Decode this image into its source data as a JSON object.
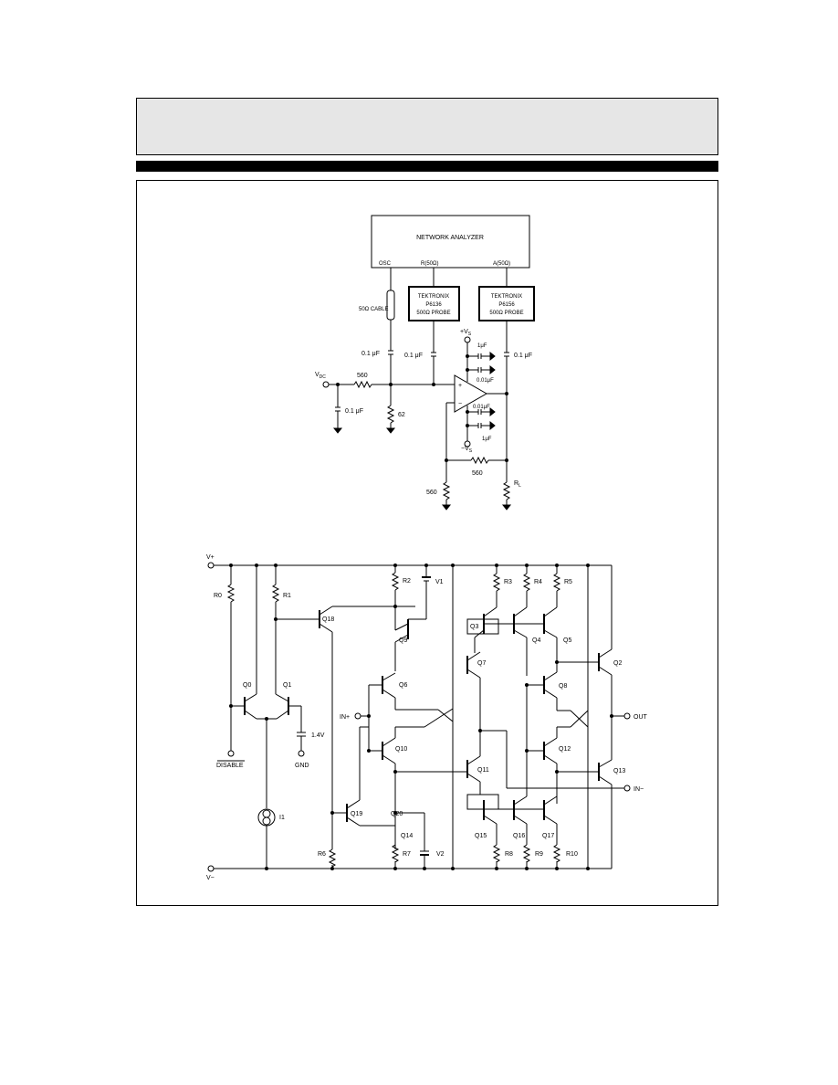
{
  "test_circuit": {
    "analyzer": {
      "title": "NETWORK ANALYZER",
      "ports": [
        "OSC",
        "R(50Ω)",
        "A(50Ω)"
      ]
    },
    "cable": "50Ω CABLE",
    "probe1": [
      "TEKTRONIX",
      "P6136",
      "500Ω PROBE"
    ],
    "probe2": [
      "TEKTRONIX",
      "P6156",
      "500Ω PROBE"
    ],
    "cap_a": "0.1 μF",
    "cap_b": "0.1 μF",
    "cap_c": "0.1 μF",
    "cap_vdc": "0.1 μF",
    "vdc": "V",
    "vdc_sub": "DC",
    "r_560_in": "560",
    "r_62": "62",
    "vs_pos": "+V",
    "vs_neg": "−V",
    "vs_sub": "S",
    "cap_1u_top": "1μF",
    "cap_001_top": "0.01μF",
    "cap_001_bot": "0.01μF",
    "cap_1u_bot": "1μF",
    "r_560_fb": "560",
    "r_560_gnd": "560",
    "rl": "R",
    "rl_sub": "L",
    "opamp_plus": "+",
    "opamp_minus": "−"
  },
  "schematic": {
    "vplus": "V+",
    "vminus": "V−",
    "disable": "DISABLE",
    "in_plus": "IN+",
    "in_minus": "IN−",
    "out": "OUT",
    "gnd": "GND",
    "v14": "1.4V",
    "i1": "I1",
    "r0": "R0",
    "r1": "R1",
    "r2": "R2",
    "r3": "R3",
    "r4": "R4",
    "r5": "R5",
    "r6": "R6",
    "r7": "R7",
    "r8": "R8",
    "r9": "R9",
    "r10": "R10",
    "v1": "V1",
    "v2": "V2",
    "q0": "Q0",
    "q1": "Q1",
    "q2": "Q2",
    "q3": "Q3",
    "q4": "Q4",
    "q5": "Q5",
    "q6": "Q6",
    "q7": "Q7",
    "q8": "Q8",
    "q9": "Q9",
    "q10": "Q10",
    "q11": "Q11",
    "q12": "Q12",
    "q13": "Q13",
    "q14": "Q14",
    "q15": "Q15",
    "q16": "Q16",
    "q17": "Q17",
    "q18": "Q18",
    "q19": "Q19",
    "q20": "Q20"
  }
}
